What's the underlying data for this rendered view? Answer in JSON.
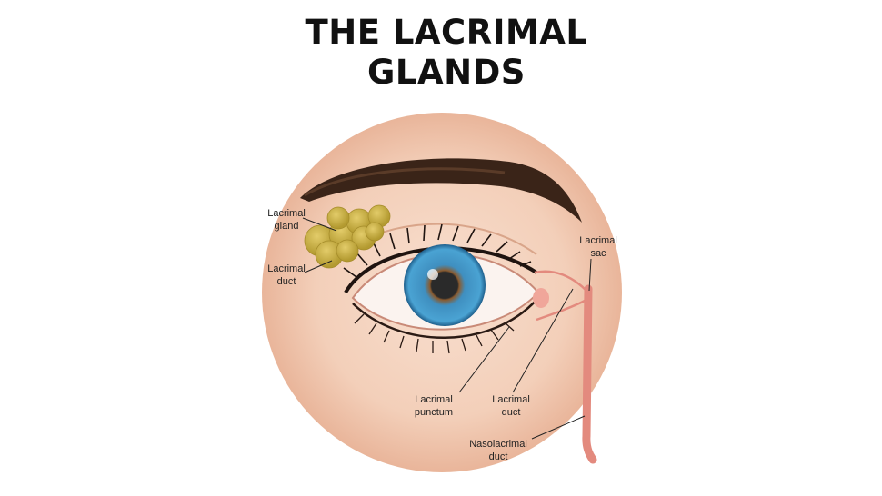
{
  "title": [
    "THE LACRIMAL",
    "GLANDS"
  ],
  "labels": {
    "lacrimal_gland": [
      "Lacrimal",
      "gland"
    ],
    "lacrimal_duct_upper": [
      "Lacrimal",
      "duct"
    ],
    "lacrimal_sac": [
      "Lacrimal",
      "sac"
    ],
    "lacrimal_punctum": [
      "Lacrimal",
      "punctum"
    ],
    "lacrimal_duct_lower": [
      "Lacrimal",
      "duct"
    ],
    "nasolacrimal_duct": [
      "Nasolacrimal",
      "duct"
    ]
  },
  "colors": {
    "skin_light": "#f6dccb",
    "skin_mid": "#eab79c",
    "brow": "#3a2418",
    "gland": "#c9b144",
    "iris": "#3e8fbf",
    "duct": "#e38a7e"
  }
}
